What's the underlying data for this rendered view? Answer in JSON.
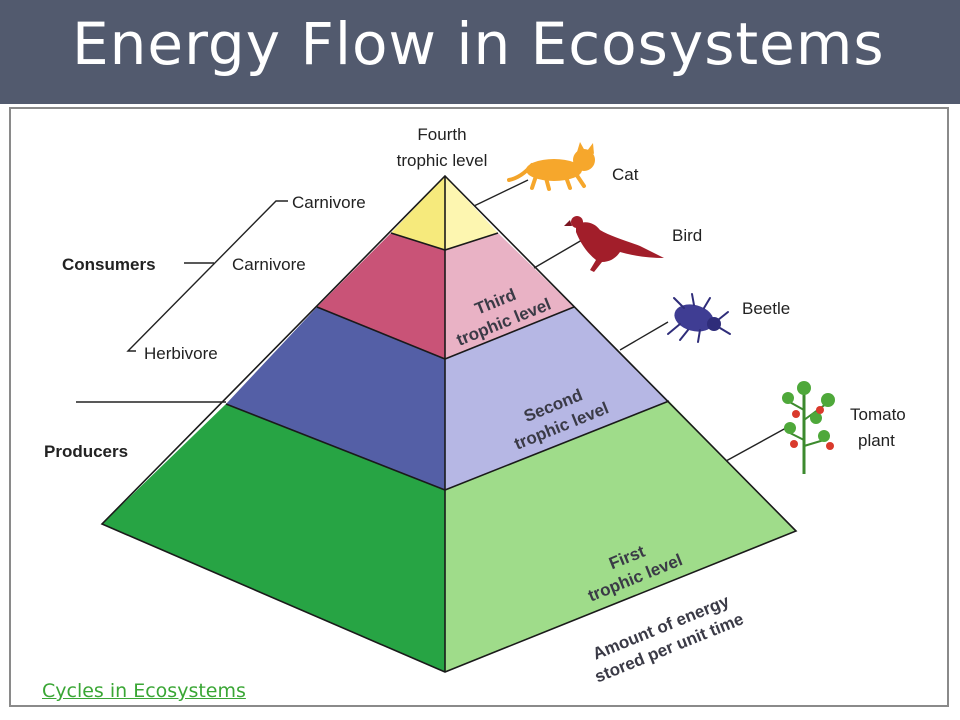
{
  "header": {
    "title": "Energy Flow in Ecosystems"
  },
  "diagram": {
    "levels": [
      {
        "line1": "Fourth",
        "line2": "trophic level"
      },
      {
        "line1": "Third",
        "line2": "trophic level"
      },
      {
        "line1": "Second",
        "line2": "trophic level"
      },
      {
        "line1": "First",
        "line2": "trophic level"
      }
    ],
    "organisms": [
      "Cat",
      "Bird",
      "Beetle",
      "Tomato",
      "plant"
    ],
    "roles": [
      "Carnivore",
      "Carnivore",
      "Herbivore"
    ],
    "groups": {
      "consumers": "Consumers",
      "producers": "Producers"
    },
    "energy_note": {
      "line1": "Amount of energy",
      "line2": "stored per unit time"
    },
    "colors": {
      "level4_left": "#f6ea7c",
      "level4_right": "#fdf6b0",
      "level3_left": "#c95377",
      "level3_right": "#e9b2c5",
      "level2_left": "#545fa6",
      "level2_right": "#b6b7e4",
      "level1_left": "#27a444",
      "level1_right": "#9fdc8a"
    }
  },
  "footer": {
    "link_text": "Cycles in Ecosystems"
  }
}
